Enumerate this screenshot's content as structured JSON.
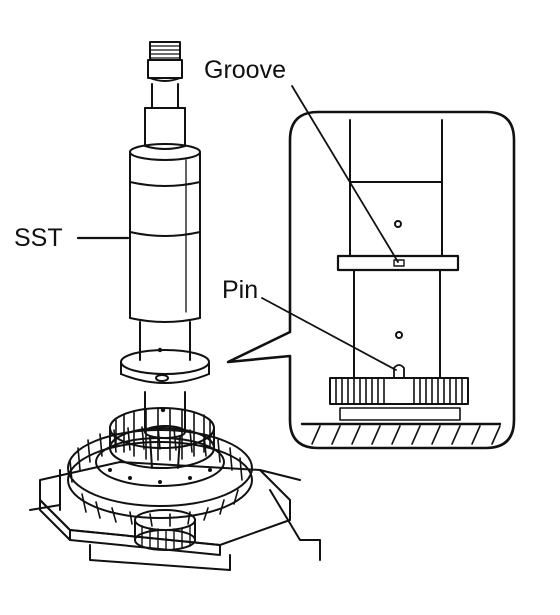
{
  "labels": {
    "groove": "Groove",
    "sst": "SST",
    "pin": "Pin"
  },
  "colors": {
    "line": "#111111",
    "background": "#ffffff"
  }
}
